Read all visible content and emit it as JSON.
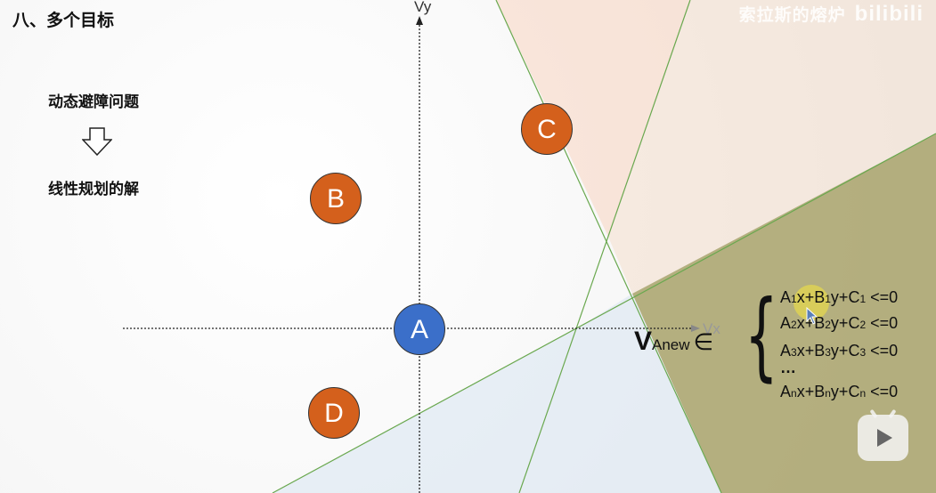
{
  "title": "八、多个目标",
  "left_panel": {
    "line1": "动态避障问题",
    "line2": "线性规划的解"
  },
  "watermark": {
    "name": "索拉斯的熔炉",
    "logo": "bilibili"
  },
  "axes": {
    "x_label": "Vx",
    "y_label": "Vy"
  },
  "agents": {
    "a": "A",
    "b": "B",
    "c": "C",
    "d": "D"
  },
  "formula": {
    "v": "V",
    "subscript": "Anew",
    "element_of": "∈",
    "rows": [
      {
        "a": "A",
        "as": "1",
        "x": "x+",
        "b": "B",
        "bs": "1",
        "y": "y+",
        "c": "C",
        "cs": "1",
        "rhs": " <=0"
      },
      {
        "a": "A",
        "as": "2",
        "x": "x+",
        "b": "B",
        "bs": "2",
        "y": "y+",
        "c": "C",
        "cs": "2",
        "rhs": " <=0"
      },
      {
        "a": "A",
        "as": "3",
        "x": "x+",
        "b": "B",
        "bs": "3",
        "y": "y+",
        "c": "C",
        "cs": "3",
        "rhs": " <=0"
      },
      {
        "a": "A",
        "as": "n",
        "x": "x+",
        "b": "B",
        "bs": "n",
        "y": "y+",
        "c": "C",
        "cs": "n",
        "rhs": " <=0"
      }
    ],
    "ellipsis": "…"
  },
  "colors": {
    "agent_blue": "#3b6fc9",
    "agent_orange": "#d4601c",
    "constraint_line": "#6aa84f",
    "region_peach": "#f8d7c4",
    "region_olive": "#a8a26a",
    "region_lightblue": "#dbe6f2"
  },
  "icons": {
    "hollow_arrow": "down-arrow-icon",
    "play": "play-icon",
    "cursor": "cursor-icon"
  }
}
